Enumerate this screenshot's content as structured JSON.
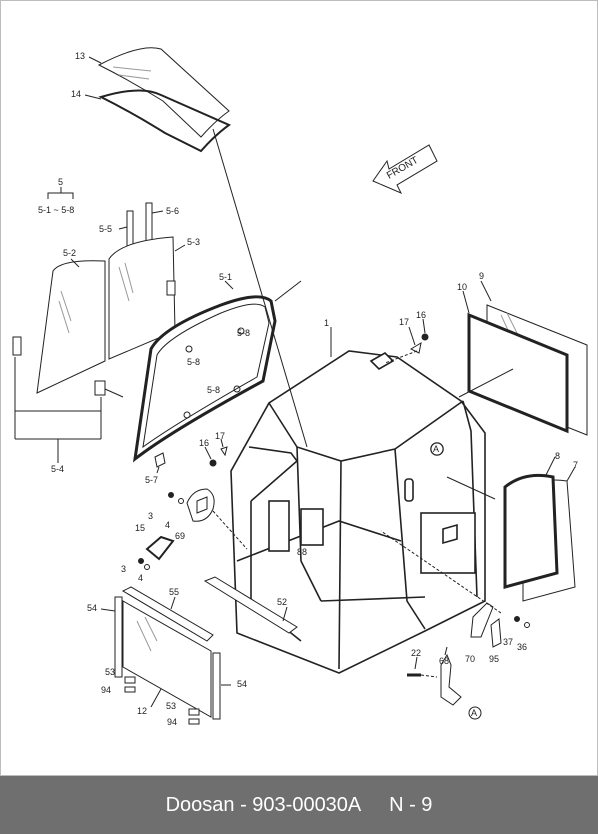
{
  "labels": {
    "l13": "13",
    "l14": "14",
    "l5": "5",
    "l5_1_5_8": "5-1 ~ 5-8",
    "l5_5": "5-5",
    "l5_6": "5-6",
    "l5_2": "5-2",
    "l5_3": "5-3",
    "l5_1": "5-1",
    "l5_8a": "5-8",
    "l5_8b": "5-8",
    "l5_8c": "5-8",
    "l5_4": "5-4",
    "l5_7": "5-7",
    "l1": "1",
    "l17a": "17",
    "l16a": "16",
    "l10": "10",
    "l9": "9",
    "l16b": "16",
    "l17b": "17",
    "l3a": "3",
    "l4a": "4",
    "l69": "69",
    "l15": "15",
    "l3b": "3",
    "l4b": "4",
    "l88": "88",
    "l8": "8",
    "l7": "7",
    "l55": "55",
    "l54a": "54",
    "l52": "52",
    "l53a": "53",
    "l94a": "94",
    "l12": "12",
    "l53b": "53",
    "l94b": "94",
    "l54b": "54",
    "l22": "22",
    "l68": "68",
    "l70": "70",
    "l95": "95",
    "l37": "37",
    "l36": "36",
    "front": "FRONT",
    "markerA1": "A",
    "markerA2": "A"
  },
  "footer": {
    "doc": "Doosan - 903-00030A",
    "page": "N - 9"
  }
}
